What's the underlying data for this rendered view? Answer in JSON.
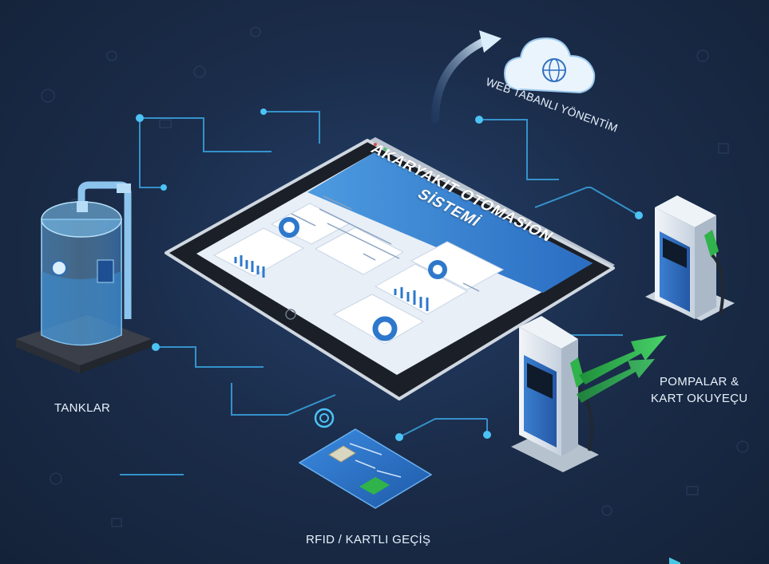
{
  "screen": {
    "title_line1": "AKARYAKIT OTOMASION",
    "title_line2": "SİSTEMİ"
  },
  "labels": {
    "tanks": "TANKLAR",
    "pumps_line1": "POMPALAR &",
    "pumps_line2": "KART OKUYEÇU",
    "rfid": "RFID / KARTLI GEÇİŞ",
    "cloud": "WEB TABANLI YÖNENTİM"
  },
  "colors": {
    "background": "#1b2d4b",
    "network_line": "#3aa3e0",
    "node": "#4cc3f5",
    "screen_header": "#2f7fd0",
    "arrow_green": "#2fb34a",
    "card_blue": "#2a73c8"
  },
  "icons": [
    "water-tank-icon",
    "fuel-pump-icon",
    "rfid-card-icon",
    "cloud-web-icon",
    "tablet-dashboard-icon",
    "arrow-icon"
  ]
}
